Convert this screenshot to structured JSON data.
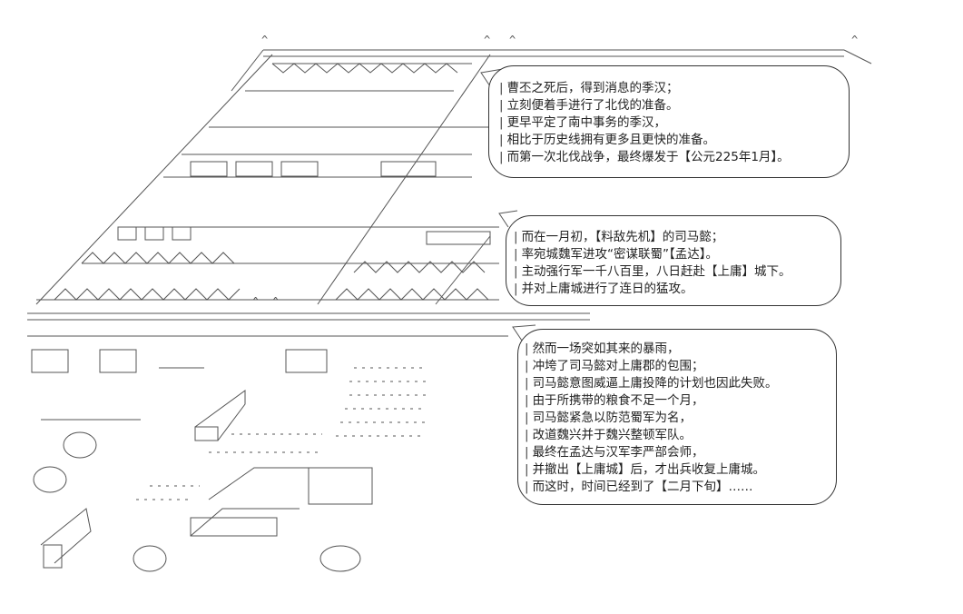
{
  "narration": {
    "box1": [
      "曹丕之死后，得到消息的季汉；",
      "立刻便着手进行了北伐的准备。",
      "更早平定了南中事务的季汉，",
      "相比于历史线拥有更多且更快的准备。",
      "而第一次北伐战争，最终爆发于【公元225年1月】。"
    ],
    "box2": [
      "而在一月初，【料敌先机】的司马懿；",
      "率宛城魏军进攻“密谋联蜀”【孟达】。",
      "主动强行军一千八百里，八日赶赴【上庸】城下。",
      "并对上庸城进行了连日的猛攻。"
    ],
    "box3": [
      "然而一场突如其来的暴雨，",
      "冲垮了司马懿对上庸郡的包围；",
      "司马懿意图威逼上庸投降的计划也因此失败。",
      "由于所携带的粮食不足一个月，",
      "司马懿紧急以防范蜀军为名，",
      "改道魏兴并于魏兴整顿军队。",
      "最终在孟达与汉军李严部会师，",
      "并撤出【上庸城】后，才出兵收复上庸城。",
      "而这时，时间已经到了【二月下旬】……"
    ]
  }
}
